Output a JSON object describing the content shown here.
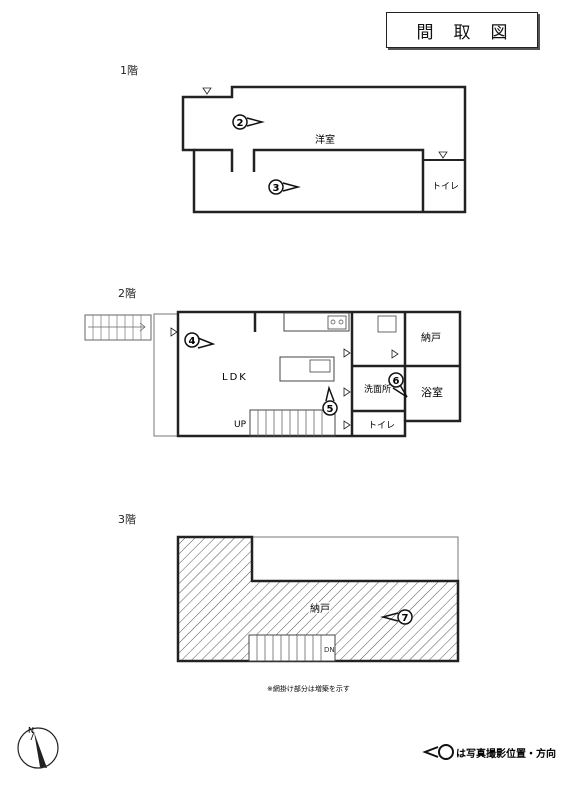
{
  "header": {
    "title": "間取図"
  },
  "floors": [
    {
      "label": "1階",
      "rooms": [
        {
          "name": "洋室"
        },
        {
          "name": "トイレ"
        }
      ],
      "photo_markers": [
        "2",
        "3"
      ]
    },
    {
      "label": "2階",
      "rooms": [
        {
          "name": "LDK"
        },
        {
          "name": "納戸"
        },
        {
          "name": "洗面所"
        },
        {
          "name": "浴室"
        },
        {
          "name": "トイレ"
        },
        {
          "name": "UP"
        }
      ],
      "photo_markers": [
        "4",
        "5",
        "6"
      ]
    },
    {
      "label": "3階",
      "rooms": [
        {
          "name": "納戸"
        },
        {
          "name": "DN"
        }
      ],
      "photo_markers": [
        "7"
      ]
    }
  ],
  "note": "※網掛け部分は増築を示す",
  "legend": {
    "text": "は写真撮影位置・方向"
  },
  "compass": {
    "label": "N"
  }
}
